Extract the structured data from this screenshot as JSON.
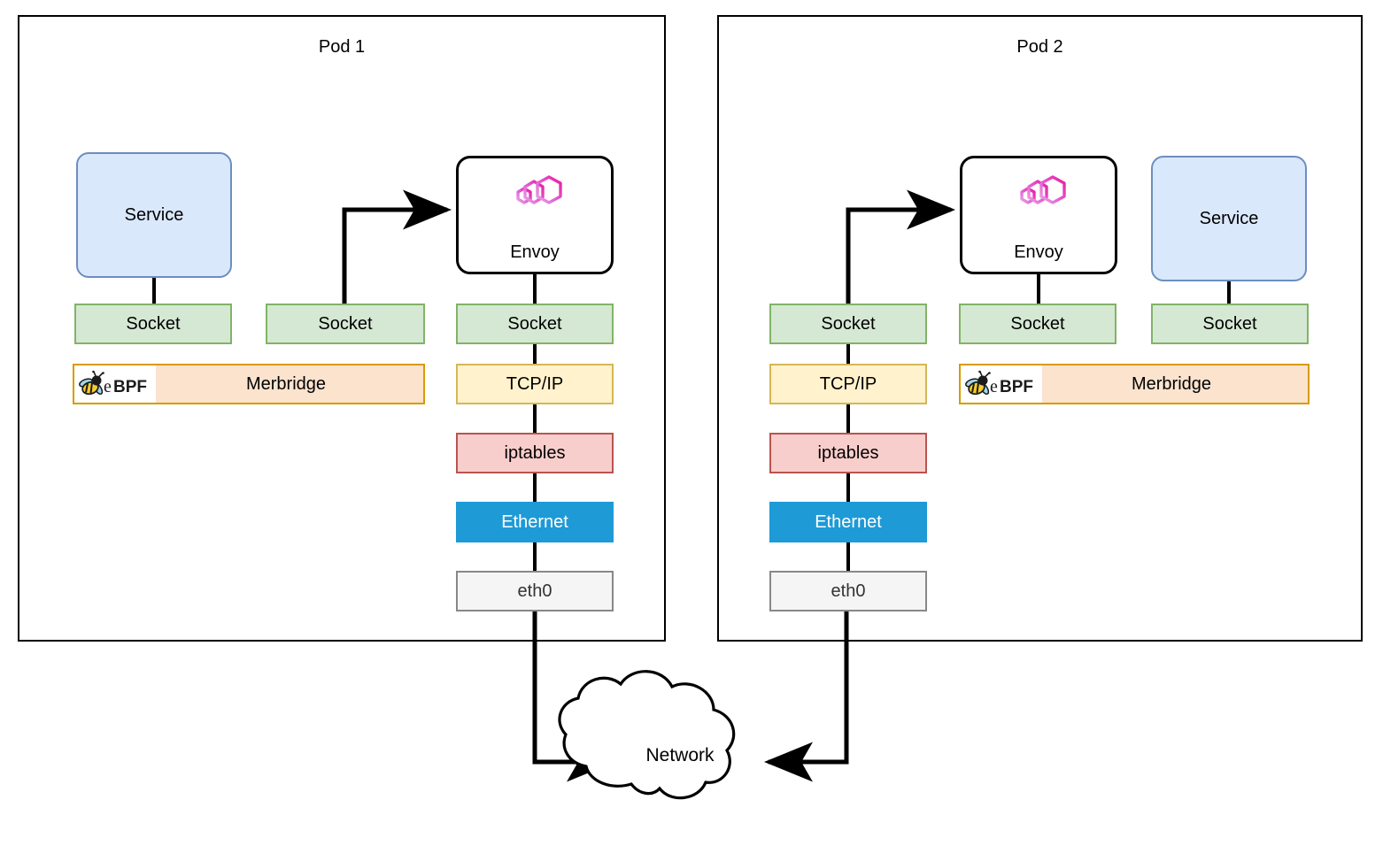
{
  "diagram": {
    "title_pod1": "Pod 1",
    "title_pod2": "Pod 2",
    "network_label": "Network",
    "colors": {
      "service_fill": "#DAE8FC",
      "service_stroke": "#6C8EBF",
      "socket_fill": "#D5E8D4",
      "socket_stroke": "#82B366",
      "tcpip_fill": "#FFF2CC",
      "tcpip_stroke": "#D6B656",
      "iptables_fill": "#F8CECC",
      "iptables_stroke": "#B85450",
      "ethernet_fill": "#1E9AD6",
      "ethernet_text": "#FFFFFF",
      "eth0_fill": "#F5F5F5",
      "eth0_stroke": "#888888",
      "merbridge_fill": "#FCE3CE",
      "merbridge_stroke": "#D79B00",
      "envoy_logo": "#E838C8",
      "line": "#000000"
    }
  },
  "pod1": {
    "title": "Pod 1",
    "service": {
      "label": "Service"
    },
    "envoy": {
      "label": "Envoy",
      "logo": "envoy-hexagons-icon"
    },
    "merbridge": {
      "label": "Merbridge",
      "badge": "ebpf-bee-logo",
      "badge_text": "eBPF"
    },
    "sockets": [
      {
        "label": "Socket"
      },
      {
        "label": "Socket"
      },
      {
        "label": "Socket"
      }
    ],
    "stack": [
      {
        "label": "TCP/IP"
      },
      {
        "label": "iptables"
      },
      {
        "label": "Ethernet"
      },
      {
        "label": "eth0"
      }
    ]
  },
  "pod2": {
    "title": "Pod 2",
    "service": {
      "label": "Service"
    },
    "envoy": {
      "label": "Envoy",
      "logo": "envoy-hexagons-icon"
    },
    "merbridge": {
      "label": "Merbridge",
      "badge": "ebpf-bee-logo",
      "badge_text": "eBPF"
    },
    "sockets": [
      {
        "label": "Socket"
      },
      {
        "label": "Socket"
      },
      {
        "label": "Socket"
      }
    ],
    "stack": [
      {
        "label": "TCP/IP"
      },
      {
        "label": "iptables"
      },
      {
        "label": "Ethernet"
      },
      {
        "label": "eth0"
      }
    ]
  },
  "network": {
    "label": "Network"
  }
}
